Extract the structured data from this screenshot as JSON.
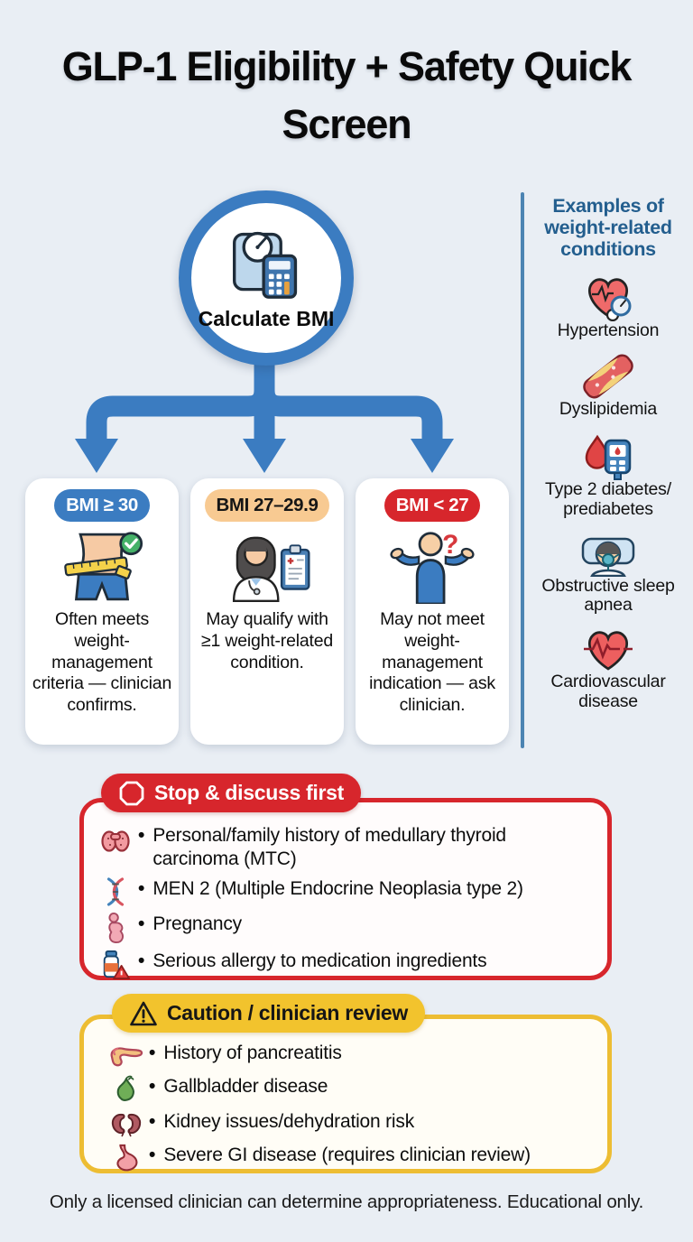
{
  "title": "GLP-1 Eligibility + Safety Quick Screen",
  "flow": {
    "start": {
      "label": "Calculate BMI",
      "icon": "bmi-scale-calculator-icon"
    },
    "branches": [
      {
        "pill": "BMI ≥ 30",
        "pill_color": "#3b7cc1",
        "icon": "waist-tape-check-icon",
        "description": "Often meets weight-management criteria — clinician confirms."
      },
      {
        "pill": "BMI 27–29.9",
        "pill_color": "#f8ca92",
        "icon": "doctor-clipboard-icon",
        "description": "May qualify with ≥1 weight-related condition."
      },
      {
        "pill": "BMI < 27",
        "pill_color": "#d7262c",
        "icon": "person-shrug-question-icon",
        "description": "May not meet weight-management indication — ask clinician."
      }
    ]
  },
  "sidebar": {
    "heading": "Examples of weight-related conditions",
    "items": [
      {
        "icon": "hypertension-icon",
        "label": "Hypertension"
      },
      {
        "icon": "dyslipidemia-icon",
        "label": "Dyslipidemia"
      },
      {
        "icon": "type2-diabetes-icon",
        "label": "Type 2 diabetes/​prediabetes"
      },
      {
        "icon": "sleep-apnea-icon",
        "label": "Obstructive sleep apnea"
      },
      {
        "icon": "cardiovascular-icon",
        "label": "Cardiovascular disease"
      }
    ]
  },
  "stop_box": {
    "header": "Stop & discuss first",
    "accent_color": "#d7262c",
    "icon": "stop-octagon-icon",
    "items": [
      {
        "icon": "thyroid-icon",
        "text": "Personal/family history of medullary thyroid carcinoma (MTC)"
      },
      {
        "icon": "dna-icon",
        "text": "MEN 2 (Multiple Endocrine Neoplasia type 2)"
      },
      {
        "icon": "pregnancy-icon",
        "text": "Pregnancy"
      },
      {
        "icon": "allergy-icon",
        "text": "Serious allergy to medication ingredients"
      }
    ]
  },
  "caution_box": {
    "header": "Caution / clinician review",
    "accent_color": "#f2c32d",
    "icon": "warning-triangle-icon",
    "items": [
      {
        "icon": "pancreas-icon",
        "text": "History of pancreatitis"
      },
      {
        "icon": "gallbladder-icon",
        "text": "Gallbladder disease"
      },
      {
        "icon": "kidney-icon",
        "text": "Kidney issues/dehydration risk"
      },
      {
        "icon": "stomach-icon",
        "text": "Severe GI disease (requires clinician review)"
      }
    ]
  },
  "footer": "Only a licensed clinician can determine appropriateness. Educational only.",
  "colors": {
    "background": "#e9eef4",
    "flow_blue": "#3b7cc1",
    "sidebar_heading_blue": "#235e8e",
    "stop_red": "#d7262c",
    "caution_yellow": "#f2c32d",
    "peach": "#f8ca92"
  }
}
